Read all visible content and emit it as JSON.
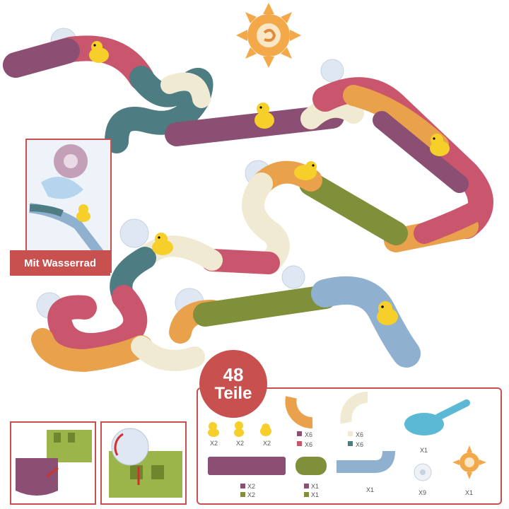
{
  "inset_label": "Mit Wasserrad",
  "badge": {
    "number": "48",
    "word": "Teile"
  },
  "parts": [
    {
      "name": "duck-a",
      "qty": "X2"
    },
    {
      "name": "duck-b",
      "qty": "X2"
    },
    {
      "name": "duck-c",
      "qty": "X2"
    },
    {
      "name": "curve-orange",
      "qty_top": "X6",
      "qty_bottom": "X6"
    },
    {
      "name": "curve-cream",
      "qty_top": "X6",
      "qty_bottom": "X6"
    },
    {
      "name": "cup",
      "qty": "X1"
    },
    {
      "name": "straight-long",
      "qty_top": "X2",
      "qty_bottom": "X2"
    },
    {
      "name": "straight-short",
      "qty_top": "X1",
      "qty_bottom": "X1"
    },
    {
      "name": "bend-blue",
      "qty": "X1"
    },
    {
      "name": "suction-cup",
      "qty": "X9"
    },
    {
      "name": "water-wheel",
      "qty": "X1"
    }
  ],
  "colors": {
    "accent": "#c8504f",
    "pink": "#c9566c",
    "mauve": "#8a4f72",
    "teal": "#4e7c83",
    "cream": "#f1ead2",
    "orange": "#e9a14b",
    "olive": "#7f8f3a",
    "blue": "#8fb1cf",
    "duck": "#f7cf2a",
    "sun": "#f3a94a"
  }
}
